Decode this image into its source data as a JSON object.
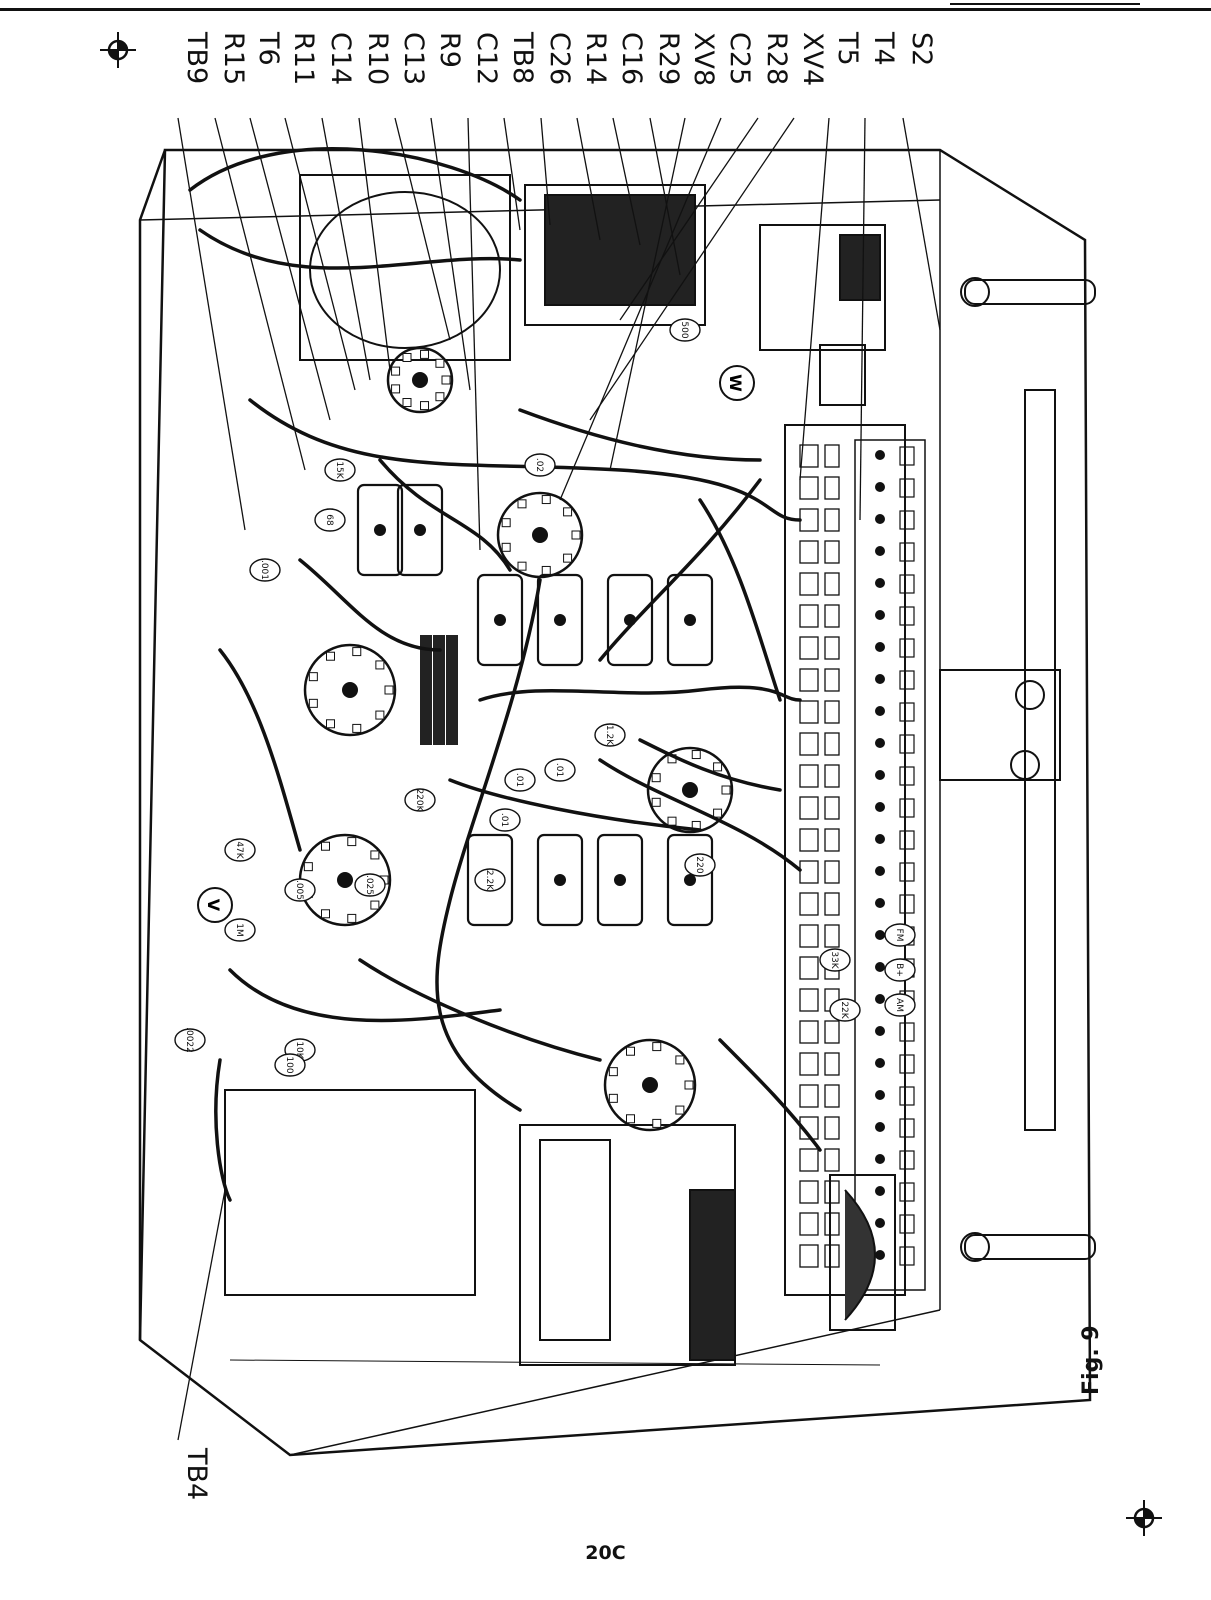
{
  "page": {
    "number": "20C",
    "figure_label": "Fig. 9"
  },
  "callouts_top": [
    "TB9",
    "R15",
    "T6",
    "R11",
    "C14",
    "R10",
    "C13",
    "R9",
    "C12",
    "TB8",
    "C26",
    "R14",
    "C16",
    "R29",
    "XV8",
    "C25",
    "R28",
    "XV4",
    "T5",
    "T4",
    "S2"
  ],
  "callouts_bottom": [
    "TB4"
  ],
  "component_labels": [
    ".01",
    ".01",
    ".01",
    ".02",
    "1.2K",
    "2.2K",
    "220",
    "220K",
    "22K",
    "33K",
    "47K",
    "10K",
    "1M",
    "15K",
    "68",
    "100",
    "500",
    ".005",
    ".0022",
    ".001",
    ".025",
    "FM",
    "B+",
    "AM"
  ],
  "panel_letters": [
    "W",
    "V"
  ]
}
